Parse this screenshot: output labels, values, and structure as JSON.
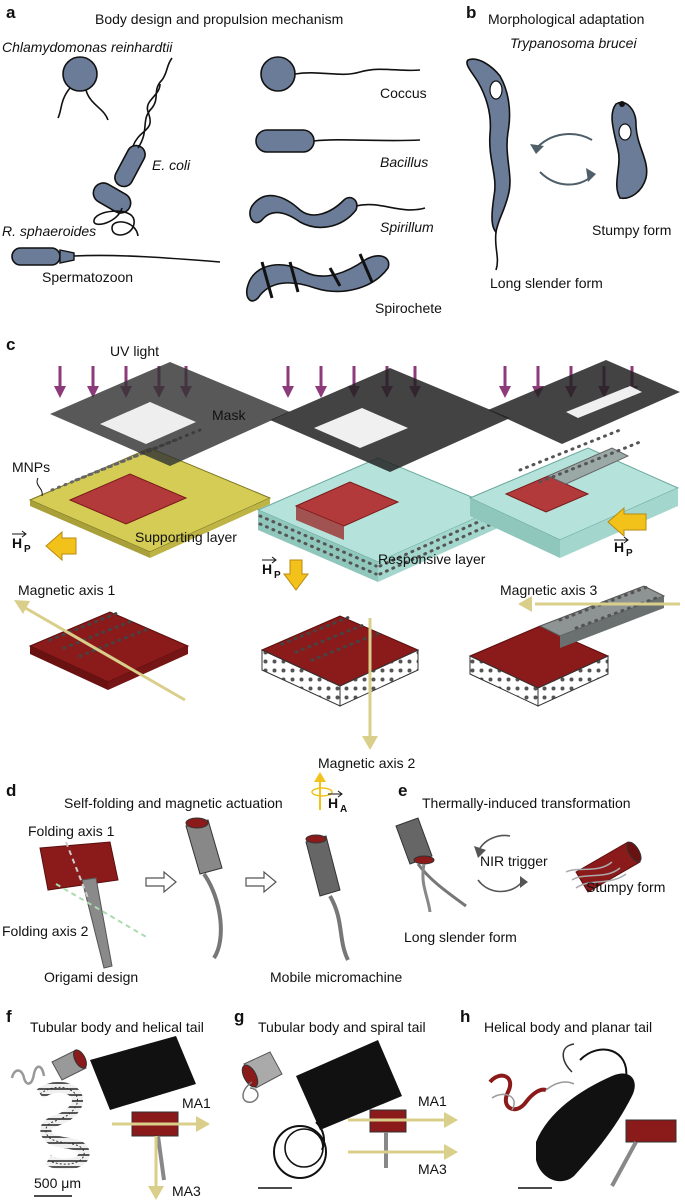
{
  "panels": {
    "a": {
      "letter": "a",
      "title": "Body design and propulsion mechanism",
      "labels": {
        "chlamy": "Chlamydomonas reinhardtii",
        "ecoli": "E. coli",
        "rsph": "R. sphaeroides",
        "sperm": "Spermatozoon",
        "coccus": "Coccus",
        "bacillus": "Bacillus",
        "spirillum": "Spirillum",
        "spirochete": "Spirochete"
      }
    },
    "b": {
      "letter": "b",
      "title": "Morphological adaptation",
      "species": "Trypanosoma brucei",
      "stumpy": "Stumpy form",
      "slender": "Long slender form"
    },
    "c": {
      "letter": "c",
      "uv": "UV light",
      "mask": "Mask",
      "mnps": "MNPs",
      "supporting": "Supporting layer",
      "responsive": "Responsive layer",
      "hp": "H",
      "hp_sub": "P",
      "axis1": "Magnetic axis 1",
      "axis2": "Magnetic axis 2",
      "axis3": "Magnetic axis 3"
    },
    "d": {
      "letter": "d",
      "title": "Self-folding and magnetic actuation",
      "fold1": "Folding axis 1",
      "fold2": "Folding axis 2",
      "origami": "Origami design",
      "mobile": "Mobile micromachine",
      "ha": "H",
      "ha_sub": "A"
    },
    "e": {
      "letter": "e",
      "title": "Thermally-induced transformation",
      "nir": "NIR trigger",
      "stumpy": "Stumpy form",
      "slender": "Long slender form"
    },
    "f": {
      "letter": "f",
      "title": "Tubular body and helical tail",
      "ma1": "MA1",
      "ma3": "MA3",
      "scale": "500 μm"
    },
    "g": {
      "letter": "g",
      "title": "Tubular body and spiral tail",
      "ma1": "MA1",
      "ma3": "MA3"
    },
    "h": {
      "letter": "h",
      "title": "Helical body and planar tail"
    }
  },
  "colors": {
    "cell": "#6b7c98",
    "uv_arrow": "#8c3a7a",
    "support_layer": "#d4cc55",
    "responsive_layer": "#9fd6cc",
    "magnet_red": "#8b1a1a",
    "axis_arrow": "#d9cf8a",
    "field_arrow": "#f2c21a"
  }
}
